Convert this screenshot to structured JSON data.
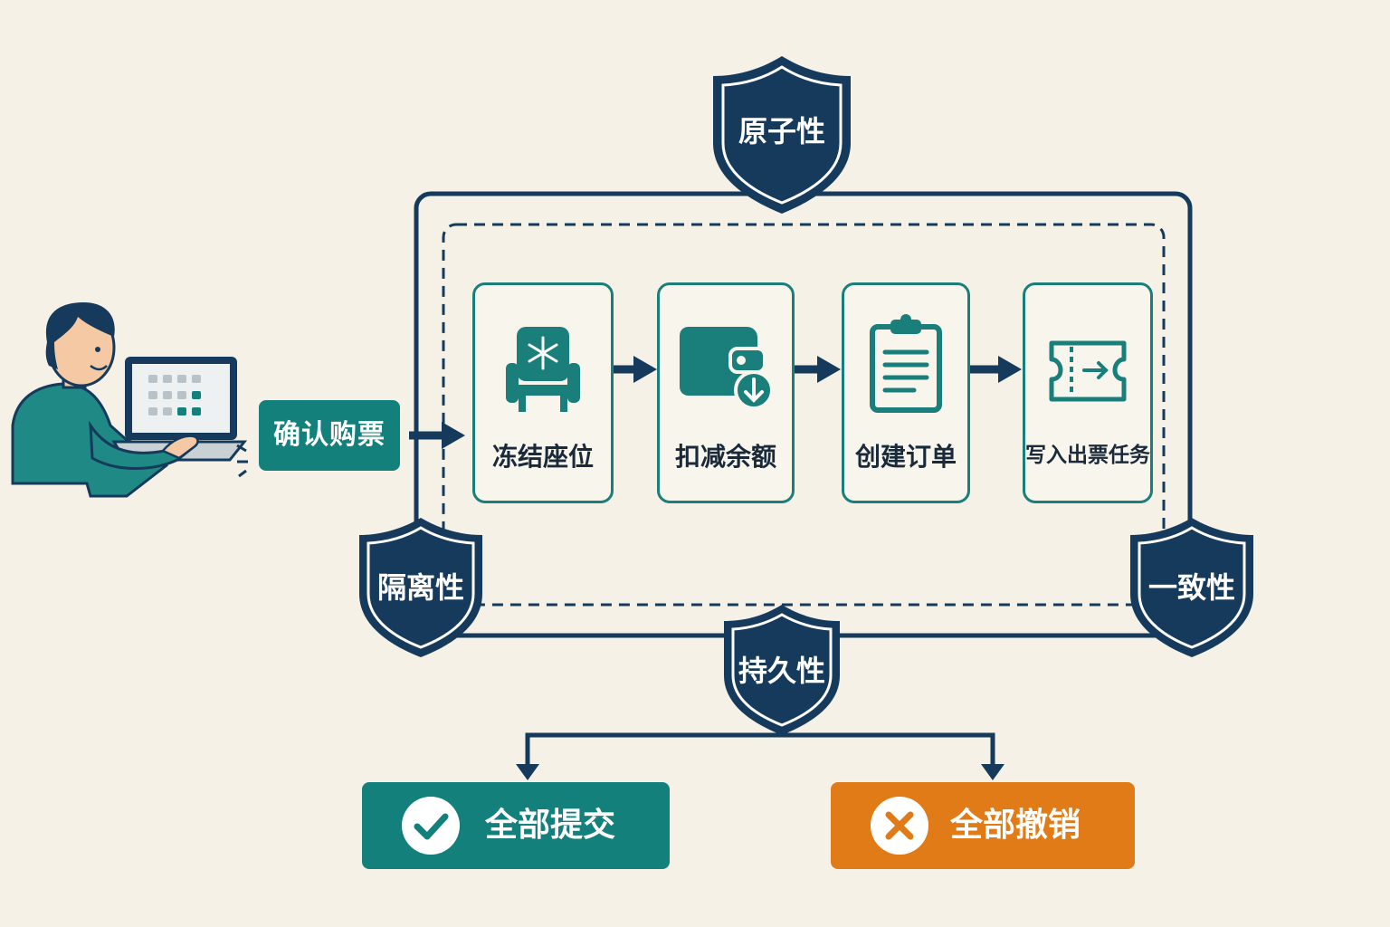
{
  "trigger": {
    "button_label": "确认购票"
  },
  "steps": [
    {
      "label": "冻结座位",
      "icon": "frozen-seat-icon"
    },
    {
      "label": "扣减余额",
      "icon": "wallet-deduct-icon"
    },
    {
      "label": "创建订单",
      "icon": "clipboard-icon"
    },
    {
      "label": "写入出票任务",
      "icon": "ticket-icon"
    }
  ],
  "properties": {
    "atomicity": "原子性",
    "isolation": "隔离性",
    "consistency": "一致性",
    "durability": "持久性"
  },
  "outcomes": {
    "commit": {
      "label": "全部提交",
      "icon": "check-icon"
    },
    "rollback": {
      "label": "全部撤销",
      "icon": "x-icon"
    }
  },
  "colors": {
    "background": "#f6f1e7",
    "navy": "#153a5b",
    "teal": "#13807b",
    "orange": "#e07b17",
    "card_border": "#1a7f7a"
  }
}
